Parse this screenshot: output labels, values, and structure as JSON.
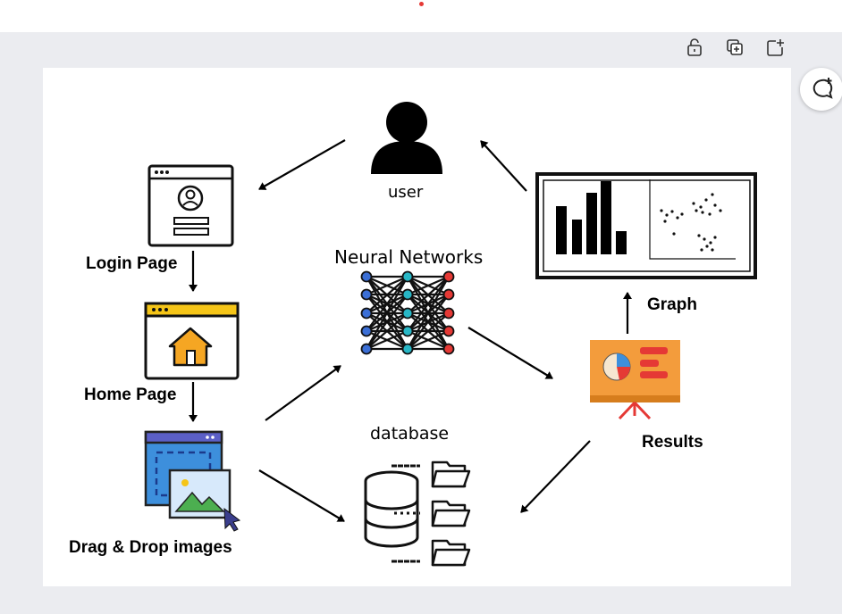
{
  "toolbar": {
    "icons": [
      "lock-open-icon",
      "duplicate-page-icon",
      "add-page-icon",
      "add-comment-icon"
    ]
  },
  "diagram": {
    "nodes": {
      "user": "user",
      "login": "Login Page",
      "home": "Home Page",
      "dragdrop": "Drag & Drop images",
      "neural": "Neural Networks",
      "database": "database",
      "graph": "Graph",
      "results": "Results"
    }
  },
  "colors": {
    "canvas_bg": "#ebecf0",
    "page_bg": "#ffffff",
    "home_header": "#f5c518",
    "dragdrop_blue": "#3d8fdc",
    "dragdrop_purple": "#5b5fc7",
    "results_board": "#f39c3c",
    "nn_blue": "#3b6fd6",
    "nn_teal": "#28b7c6",
    "nn_red": "#e53935"
  }
}
